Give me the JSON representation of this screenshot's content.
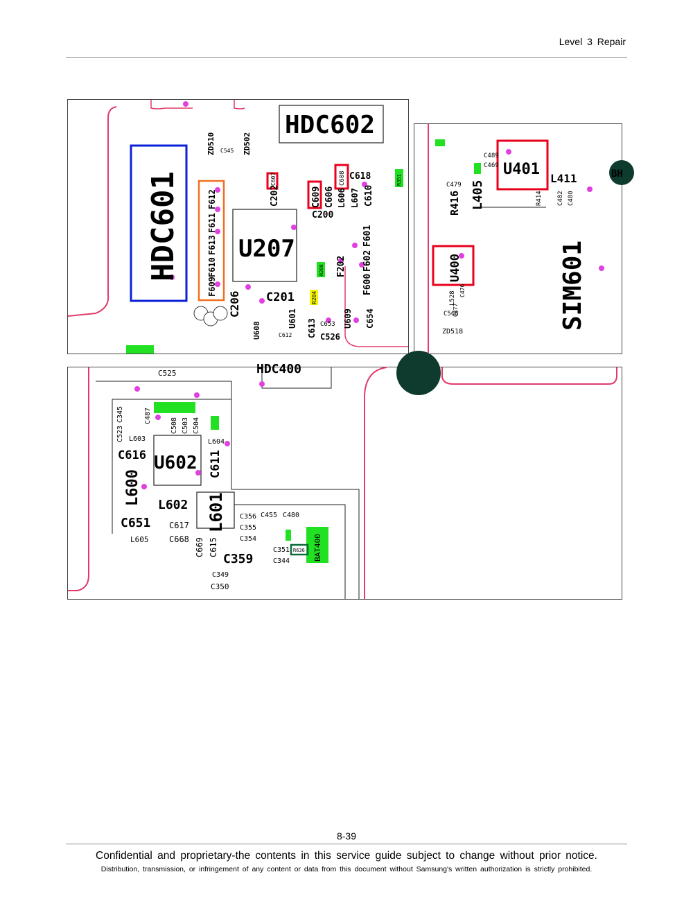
{
  "header": {
    "right": "Level 3 Repair"
  },
  "footer": {
    "page_number": "8-39",
    "confidential": "Confidential and proprietary-the contents in this service guide subject to change without prior notice.",
    "distribution": "Distribution, transmission, or infringement of any content or data from this document without Samsung's written authorization is strictly prohibited."
  },
  "panel_a": {
    "hdc601": "HDC601",
    "hdc602": "HDC602",
    "u207": "U207",
    "c201": "C201",
    "c206": "C206",
    "c200": "C200",
    "c202": "C202",
    "c609": "C609",
    "c606": "C606",
    "c618": "C618",
    "c610": "C610",
    "c607": "C607",
    "c608": "C608",
    "l606": "L606",
    "l607": "L607",
    "f612": "F612",
    "f611": "F611",
    "f613": "F613",
    "f610": "F610",
    "f609": "F609",
    "f601": "F601",
    "f602": "F602",
    "f600": "F600",
    "f202": "F202",
    "u601": "U601",
    "u609": "U609",
    "u608": "U608",
    "c654": "C654",
    "c613": "C613",
    "c653": "C653",
    "c526": "C526",
    "c612": "C612",
    "zd510": "ZD510",
    "zd502": "ZD502",
    "c545": "C545",
    "r204": "R204",
    "r208": "R208",
    "r351": "R351"
  },
  "panel_b": {
    "u401": "U401",
    "l411": "L411",
    "l405": "L405",
    "r416": "R416",
    "u400": "U400",
    "sim601": "SIM601",
    "c479": "C479",
    "c489": "C489",
    "c469": "C469",
    "r414": "R414",
    "c482": "C482",
    "c480": "C480",
    "l528": "L528",
    "c568": "C568",
    "zd518": "ZD518",
    "c477": "C477",
    "c476": "C476",
    "bh": "BH"
  },
  "panel_c": {
    "hdc400": "HDC400",
    "c525": "C525",
    "u602": "U602",
    "c616": "C616",
    "l600": "L600",
    "l602": "L602",
    "l601": "L601",
    "c611": "C611",
    "c651": "C651",
    "c617": "C617",
    "c668": "C668",
    "l605": "L605",
    "l603": "L603",
    "l604": "L604",
    "c669": "C669",
    "c615": "C615",
    "c359": "C359",
    "c356": "C356",
    "c355": "C355",
    "c354": "C354",
    "c455": "C455",
    "c480": "C480",
    "c351": "C351",
    "c344": "C344",
    "c349": "C349",
    "c350": "C350",
    "bat400": "BAT400",
    "r636": "R636",
    "c523": "C523",
    "c345": "C345",
    "c487": "C487",
    "c508": "C508",
    "c503": "C503",
    "c504": "C504"
  },
  "colors": {
    "red": "#e8001c",
    "blue": "#0a1fd8",
    "orange": "#f07020",
    "green": "#22e022",
    "yellow": "#f5f500",
    "magenta": "#e040e0",
    "pink_trace": "#e23a6a",
    "dark_green": "#0f6b3a"
  }
}
